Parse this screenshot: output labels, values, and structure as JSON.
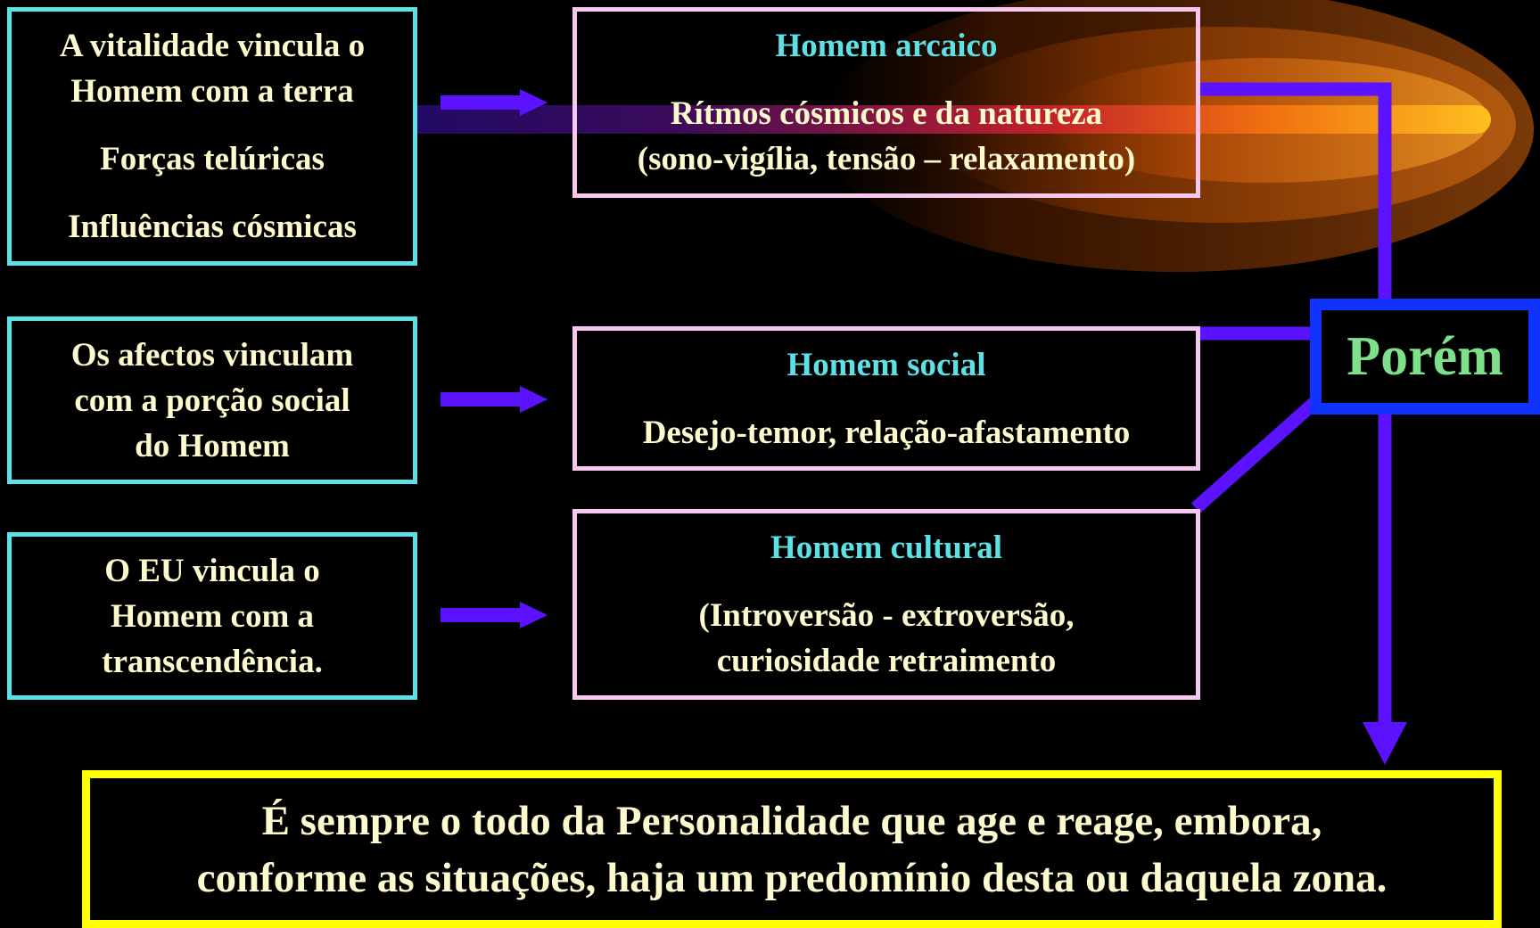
{
  "left_boxes": [
    {
      "lines": [
        "A vitalidade vincula o",
        "Homem com a terra"
      ],
      "extra": [
        "Forças telúricas",
        "Influências cósmicas"
      ]
    },
    {
      "lines": [
        "Os afectos vinculam",
        "com a porção social",
        "do Homem"
      ]
    },
    {
      "lines": [
        "O EU vincula o",
        "Homem com a",
        "transcendência."
      ]
    }
  ],
  "mid_boxes": [
    {
      "title": "Homem arcaico",
      "lines": [
        "Rítmos cósmicos e da natureza",
        "(sono-vigília, tensão – relaxamento)"
      ]
    },
    {
      "title": "Homem social",
      "lines": [
        "Desejo-temor, relação-afastamento"
      ]
    },
    {
      "title": "Homem cultural",
      "lines": [
        "(Introversão - extroversão,",
        "curiosidade retraimento"
      ]
    }
  ],
  "porem": "Porém",
  "conclusion": [
    "É sempre o todo da Personalidade que age e reage, embora,",
    "conforme as situações, haja um predomínio desta ou daquela zona."
  ],
  "colors": {
    "left_border": "#5ce1e6",
    "mid_border": "#f6c8f0",
    "porem_border": "#1133ff",
    "conclusion_border": "#ffff00",
    "arrow": "#5a12ff",
    "text": "#fffacd",
    "heading": "#5ce1e6",
    "porem_text": "#7ee08a"
  }
}
